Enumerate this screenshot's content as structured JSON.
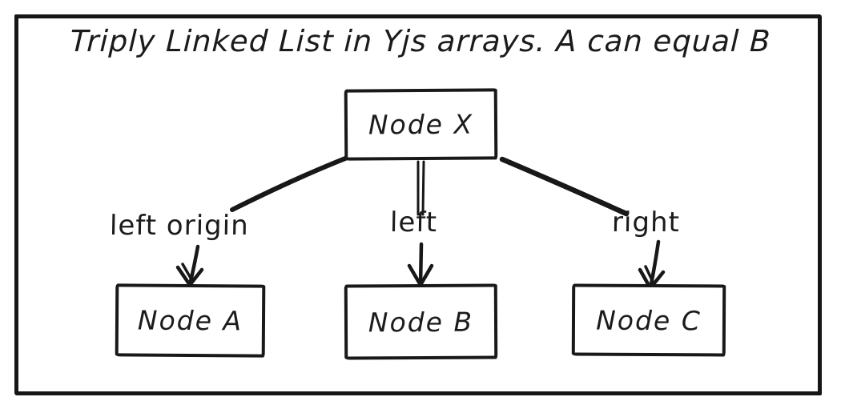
{
  "diagram": {
    "title": "Triply Linked List in Yjs arrays. A can equal B",
    "nodes": {
      "x": {
        "label": "Node X"
      },
      "a": {
        "label": "Node A"
      },
      "b": {
        "label": "Node B"
      },
      "c": {
        "label": "Node C"
      }
    },
    "edges": {
      "left_origin": {
        "label": "left origin",
        "from": "Node X",
        "to": "Node A"
      },
      "left": {
        "label": "left",
        "from": "Node X",
        "to": "Node B"
      },
      "right": {
        "label": "right",
        "from": "Node X",
        "to": "Node C"
      }
    },
    "colors": {
      "ink": "#1b1b1b",
      "background": "#ffffff"
    }
  }
}
